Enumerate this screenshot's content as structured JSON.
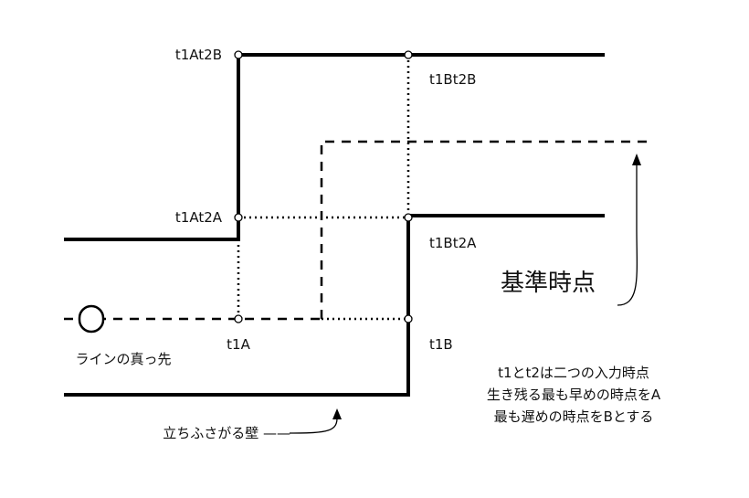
{
  "labels": {
    "t1At2B": "t1At2B",
    "t1Bt2B": "t1Bt2B",
    "t1At2A": "t1At2A",
    "t1Bt2A": "t1Bt2A",
    "t1A": "t1A",
    "t1B": "t1B",
    "line_head": "ラインの真っ先",
    "reference_time": "基準時点",
    "wall": "立ちふさがる壁 ——",
    "note_line1": "t1とt2は二つの入力時点",
    "note_line2": "生き残る最も早めの時点をA",
    "note_line3": "最も遅めの時点をBとする"
  }
}
